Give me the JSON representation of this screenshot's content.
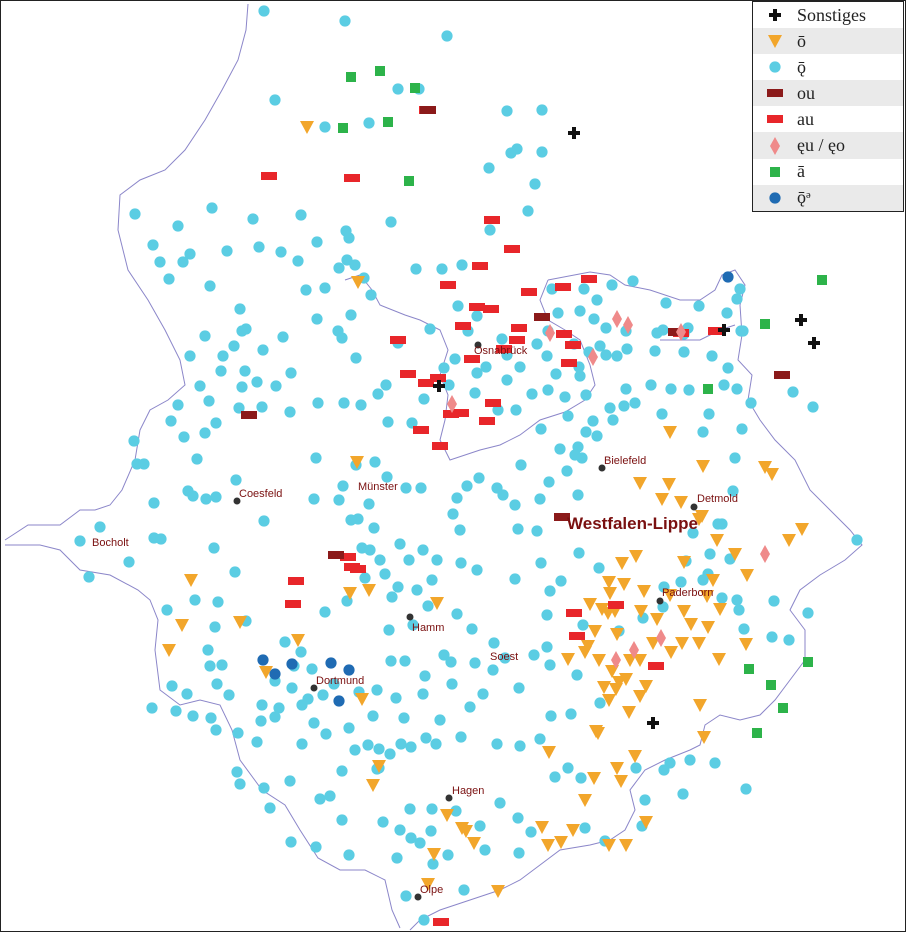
{
  "region_label": "Westfalen-Lippe",
  "colors": {
    "o_long": "#f2a62b",
    "o_open": "#5bcde3",
    "ou": "#8b1a1a",
    "au": "#e8262a",
    "eu": "#ef8a8a",
    "a_long": "#2db34a",
    "o_schwa": "#1f6bb3",
    "sonstiges": "#111111",
    "border": "#8b86c9",
    "city_dot": "#333333",
    "city_label": "#7a1010"
  },
  "legend": [
    {
      "key": "sonstiges",
      "symbol": "cross",
      "label": "Sonstiges"
    },
    {
      "key": "o_long",
      "symbol": "triangle",
      "label": "ō"
    },
    {
      "key": "o_open",
      "symbol": "circle",
      "label": "ǭ"
    },
    {
      "key": "ou",
      "symbol": "rect",
      "label": "ou"
    },
    {
      "key": "au",
      "symbol": "rect",
      "label": "au"
    },
    {
      "key": "eu",
      "symbol": "diamond",
      "label": "ęu / ęo"
    },
    {
      "key": "a_long",
      "symbol": "square",
      "label": "ā"
    },
    {
      "key": "o_schwa",
      "symbol": "circle",
      "label": "ǭᵊ"
    }
  ],
  "cities": [
    {
      "name": "Osnabrück"
    },
    {
      "name": "Bielefeld"
    },
    {
      "name": "Detmold"
    },
    {
      "name": "Coesfeld"
    },
    {
      "name": "Münster"
    },
    {
      "name": "Bocholt"
    },
    {
      "name": "Paderborn"
    },
    {
      "name": "Hamm"
    },
    {
      "name": "Soest"
    },
    {
      "name": "Dortmund"
    },
    {
      "name": "Hagen"
    },
    {
      "name": "Olpe"
    }
  ]
}
